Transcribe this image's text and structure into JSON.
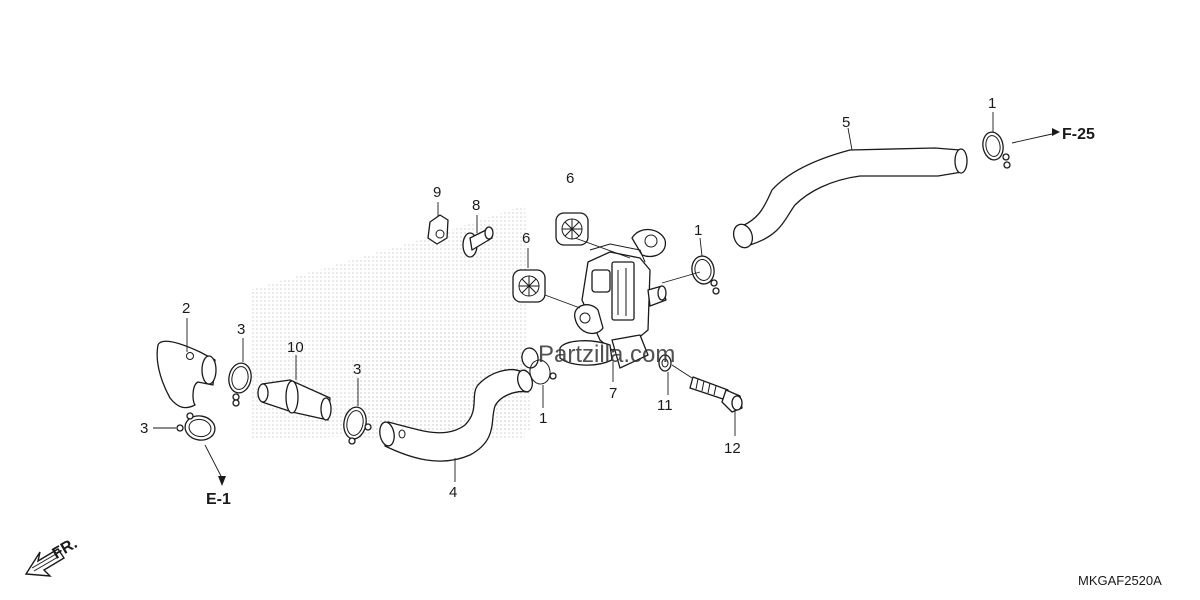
{
  "diagram": {
    "callouts": {
      "c1a": "1",
      "c1b": "1",
      "c1c": "1",
      "c2": "2",
      "c3a": "3",
      "c3b": "3",
      "c3c": "3",
      "c4": "4",
      "c5": "5",
      "c6a": "6",
      "c6b": "6",
      "c7": "7",
      "c8": "8",
      "c9": "9",
      "c10": "10",
      "c11": "11",
      "c12": "12"
    },
    "refs": {
      "f25": "F-25",
      "e1": "E-1",
      "front": "FR."
    },
    "watermark": "Partzilla.com",
    "diagram_code": "MKGAF2520A",
    "colors": {
      "line": "#1a1a1a",
      "background": "#ffffff"
    }
  }
}
